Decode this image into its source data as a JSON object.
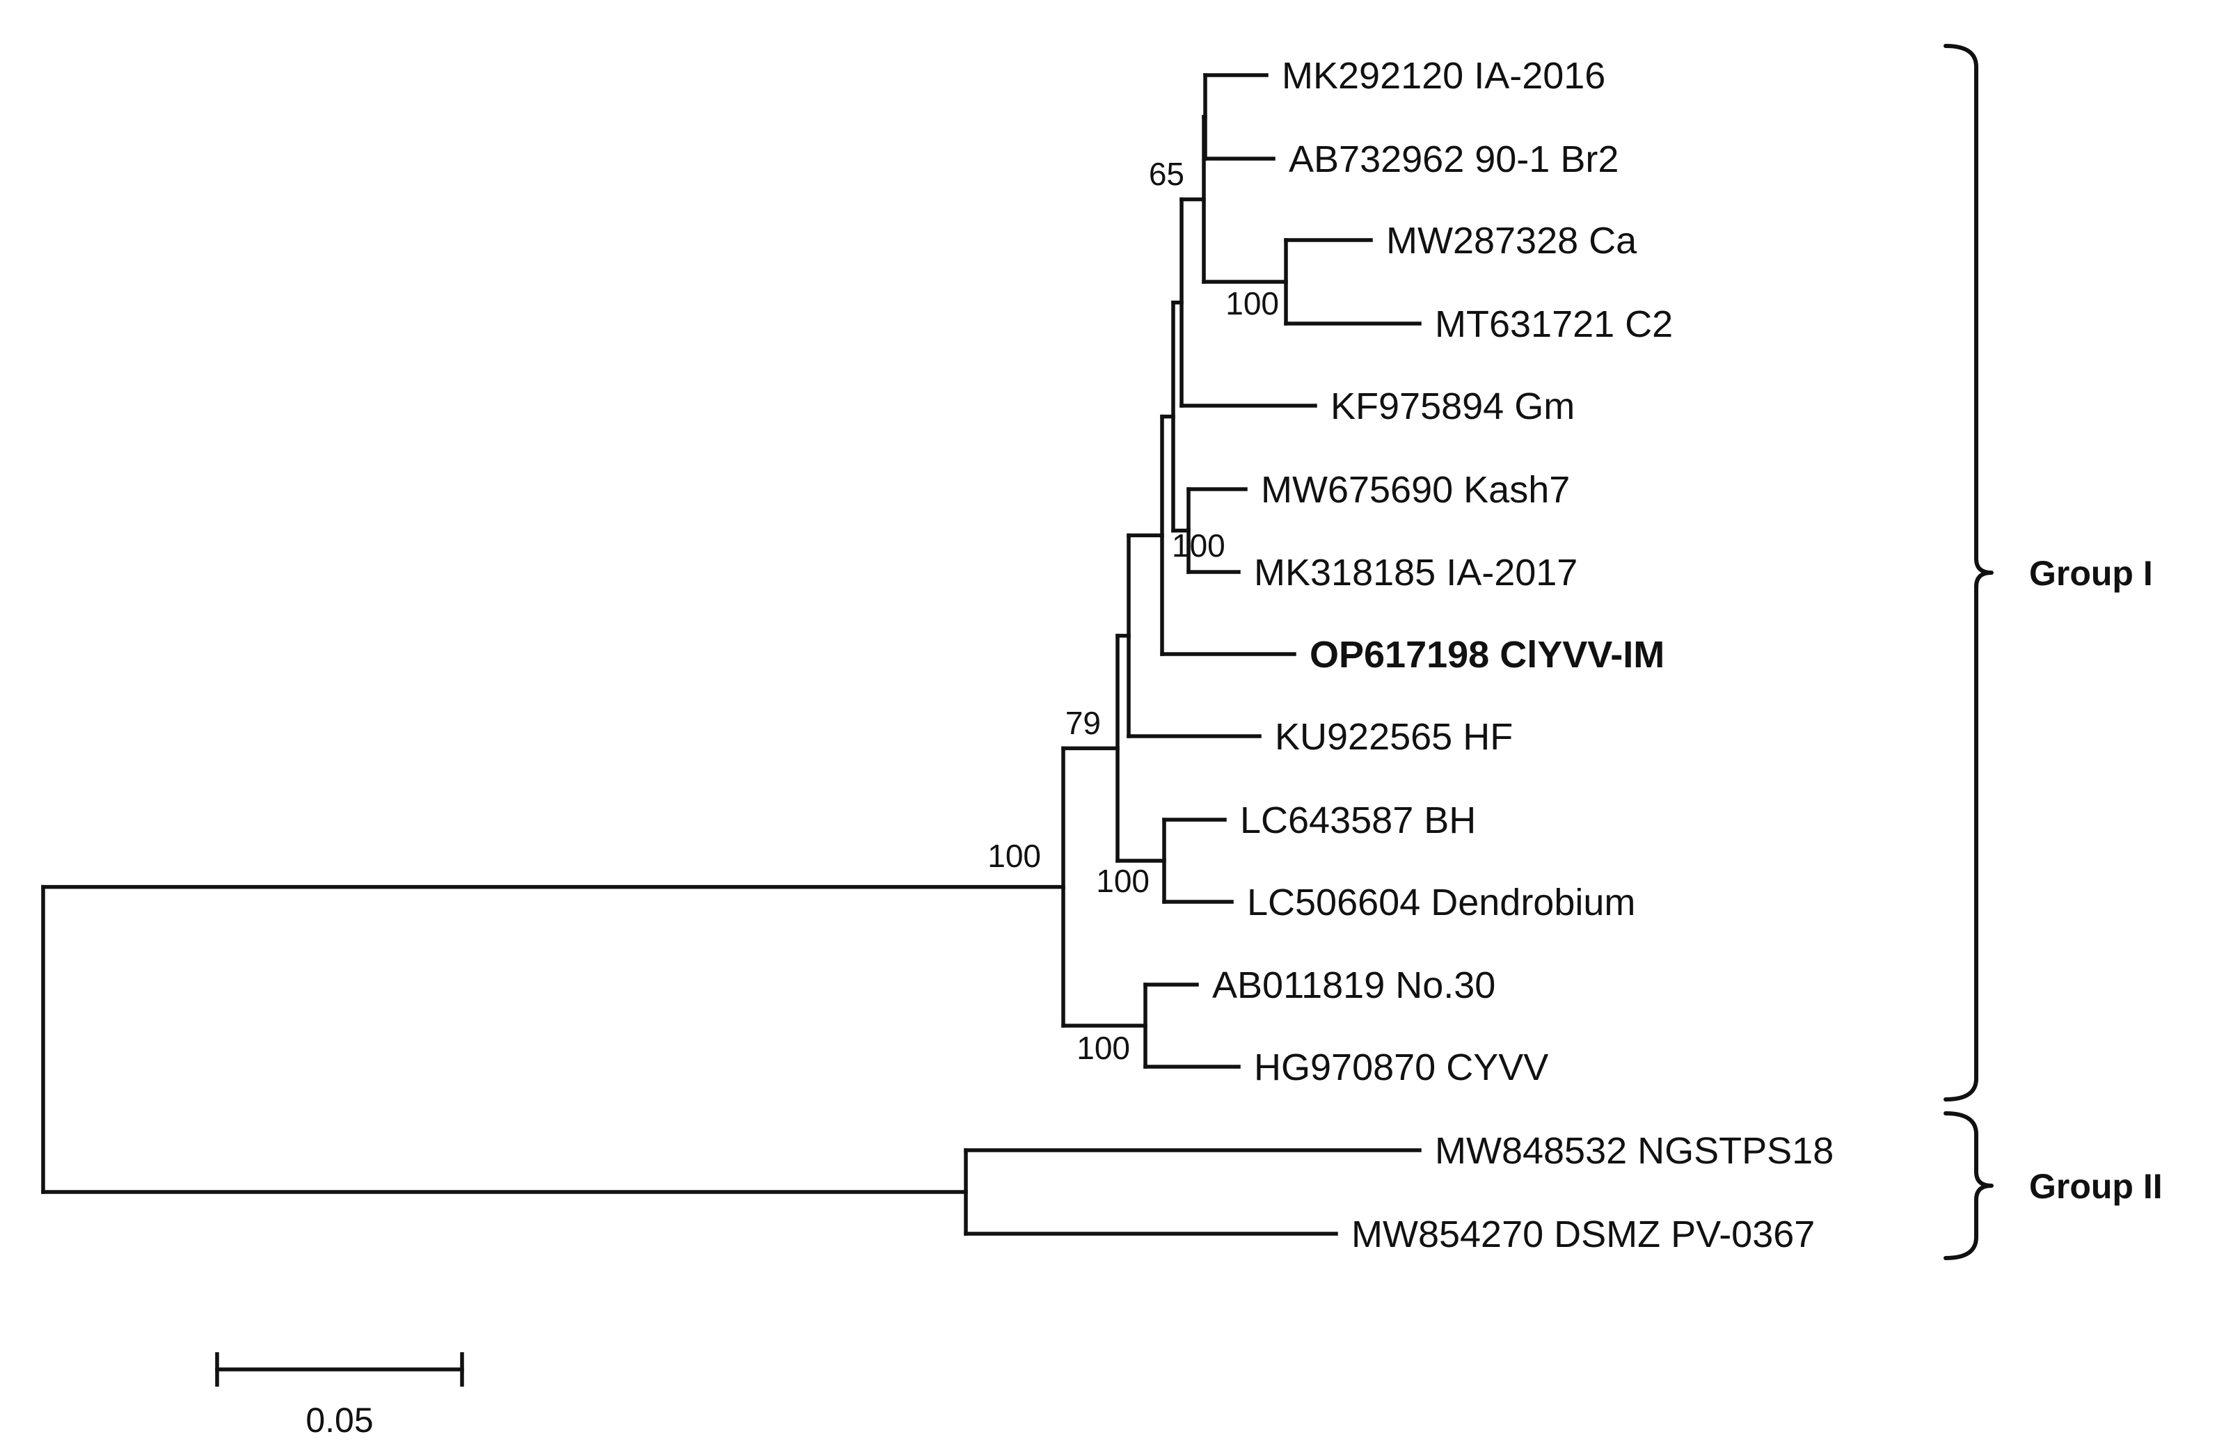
{
  "tree": {
    "taxa": [
      {
        "id": "t1",
        "label": "MK292120 IA-2016"
      },
      {
        "id": "t2",
        "label": "AB732962 90-1 Br2"
      },
      {
        "id": "t3",
        "label": "MW287328 Ca"
      },
      {
        "id": "t4",
        "label": "MT631721 C2"
      },
      {
        "id": "t5",
        "label": "KF975894 Gm"
      },
      {
        "id": "t6",
        "label": "MW675690 Kash7"
      },
      {
        "id": "t7",
        "label": "MK318185 IA-2017"
      },
      {
        "id": "t8",
        "label": "OP617198 ClYVV-IM",
        "bold": true
      },
      {
        "id": "t9",
        "label": "KU922565 HF"
      },
      {
        "id": "t10",
        "label": "LC643587 BH"
      },
      {
        "id": "t11",
        "label": "LC506604 Dendrobium"
      },
      {
        "id": "t12",
        "label": "AB011819 No.30"
      },
      {
        "id": "t13",
        "label": "HG970870 CYVV"
      },
      {
        "id": "t14",
        "label": "MW848532 NGSTPS18"
      },
      {
        "id": "t15",
        "label": "MW854270 DSMZ PV-0367"
      }
    ],
    "support_values": [
      {
        "node": "n_t1t4",
        "value": "65"
      },
      {
        "node": "n_t3t4",
        "value": "100"
      },
      {
        "node": "n_t6t7",
        "value": "100"
      },
      {
        "node": "n_79",
        "value": "79"
      },
      {
        "node": "n_g1",
        "value": "100"
      },
      {
        "node": "n_t10t11",
        "value": "100"
      },
      {
        "node": "n_t12t13",
        "value": "100"
      }
    ],
    "groups": [
      {
        "label": "Group I",
        "from": "t1",
        "to": "t13"
      },
      {
        "label": "Group II",
        "from": "t14",
        "to": "t15"
      }
    ],
    "scale_bar": {
      "value": 0.05,
      "label": "0.05"
    }
  },
  "style": {
    "line_color": "#111111",
    "background": "#ffffff"
  }
}
